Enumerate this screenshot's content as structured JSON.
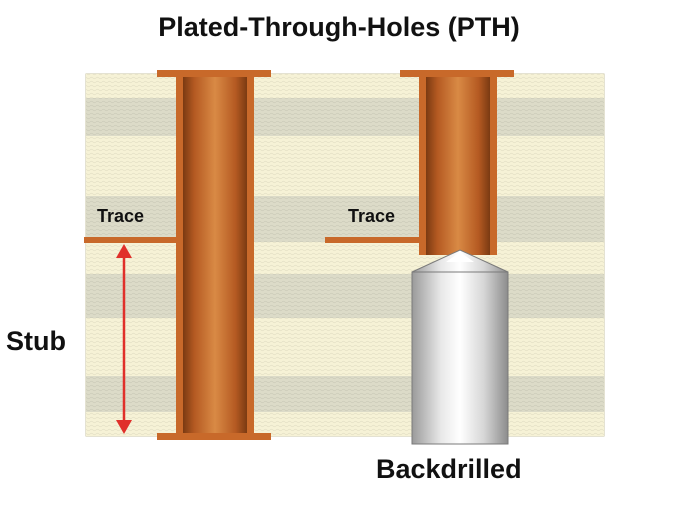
{
  "title": "Plated-Through-Holes (PTH)",
  "labels": {
    "trace_left": "Trace",
    "trace_right": "Trace",
    "stub": "Stub",
    "backdrilled": "Backdrilled"
  },
  "colors": {
    "copper": "#c8692a",
    "copper_dark": "#7a3a12",
    "laminate_light": "#f6f2d6",
    "laminate_dark": "#dcdbc8",
    "arrow": "#e0302a",
    "drill_light": "#ffffff",
    "drill_dark": "#8c8c8c"
  }
}
